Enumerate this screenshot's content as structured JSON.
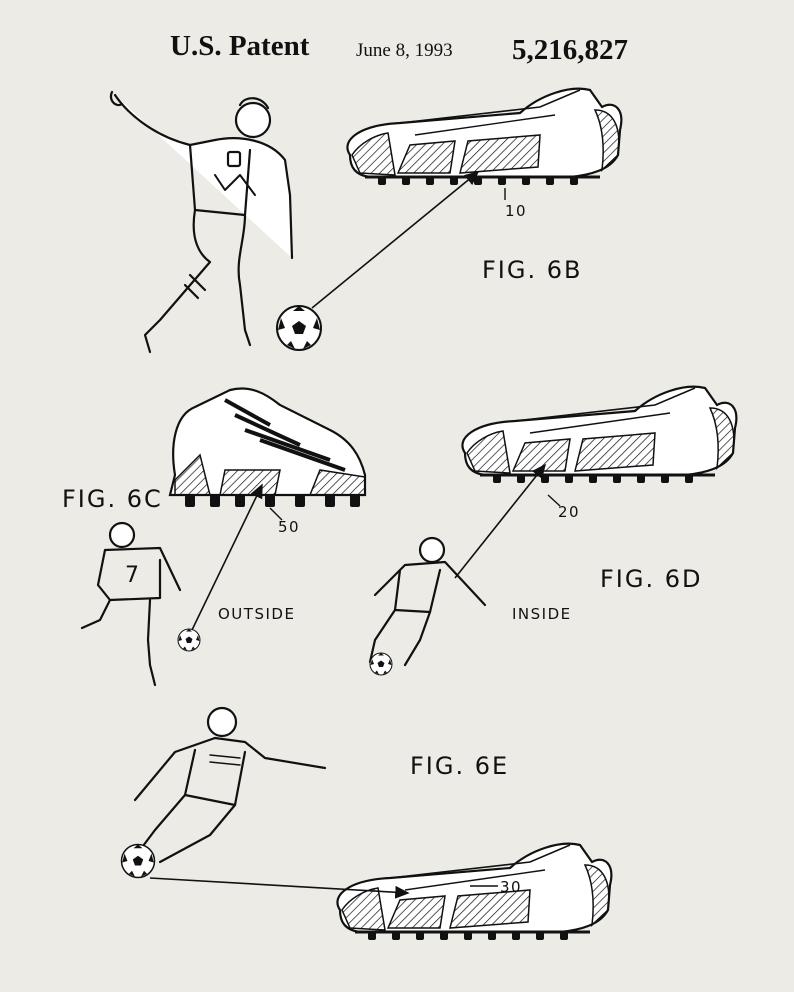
{
  "header": {
    "title": "U.S. Patent",
    "date": "June 8, 1993",
    "patent_number": "5,216,827"
  },
  "figures": {
    "fig6b": {
      "label": "FIG. 6B",
      "ref": "10"
    },
    "fig6c": {
      "label": "FIG. 6C",
      "ref": "50",
      "caption": "OUTSIDE"
    },
    "fig6d": {
      "label": "FIG. 6D",
      "ref": "20",
      "caption": "INSIDE"
    },
    "fig6e": {
      "label": "FIG. 6E",
      "ref": "30"
    }
  },
  "player_jersey_number": "7",
  "colors": {
    "background": "#ecebe5",
    "ink": "#111111"
  }
}
